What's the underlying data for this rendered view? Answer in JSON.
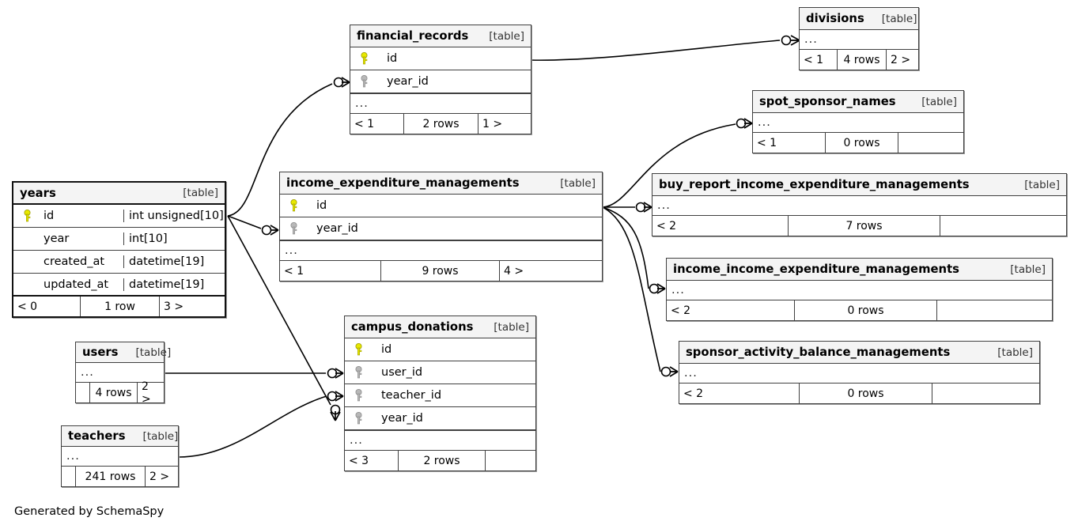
{
  "caption": "Generated by SchemaSpy",
  "table_tag": "[table]",
  "colors": {
    "primary_key": "#e8e800",
    "foreign_key": "#b0b0b0",
    "header_bg": "#f4f4f4",
    "border": "#404040",
    "line": "#000000"
  },
  "tables": [
    {
      "id": "years",
      "name": "years",
      "tag": "[table]",
      "columns": [
        {
          "key": "primary-key-icon",
          "name": "id",
          "type": "int unsigned[10]"
        },
        {
          "key": "none",
          "name": "year",
          "type": "int[10]"
        },
        {
          "key": "none",
          "name": "created_at",
          "type": "datetime[19]"
        },
        {
          "key": "none",
          "name": "updated_at",
          "type": "datetime[19]"
        }
      ],
      "has_dots_row": false,
      "footer": {
        "left": "< 0",
        "center": "1 row",
        "right": "3 >"
      }
    },
    {
      "id": "financial_records",
      "name": "financial_records",
      "tag": "[table]",
      "columns": [
        {
          "key": "primary-key-icon",
          "name": "id",
          "type": ""
        },
        {
          "key": "foreign-key-icon",
          "name": "year_id",
          "type": ""
        }
      ],
      "has_dots_row": true,
      "dots": "...",
      "footer": {
        "left": "< 1",
        "center": "2 rows",
        "right": "1 >"
      }
    },
    {
      "id": "income_expenditure_managements",
      "name": "income_expenditure_managements",
      "tag": "[table]",
      "columns": [
        {
          "key": "primary-key-icon",
          "name": "id",
          "type": ""
        },
        {
          "key": "foreign-key-icon",
          "name": "year_id",
          "type": ""
        }
      ],
      "has_dots_row": true,
      "dots": "...",
      "footer": {
        "left": "< 1",
        "center": "9 rows",
        "right": "4 >"
      }
    },
    {
      "id": "campus_donations",
      "name": "campus_donations",
      "tag": "[table]",
      "columns": [
        {
          "key": "primary-key-icon",
          "name": "id",
          "type": ""
        },
        {
          "key": "foreign-key-icon",
          "name": "user_id",
          "type": ""
        },
        {
          "key": "foreign-key-icon",
          "name": "teacher_id",
          "type": ""
        },
        {
          "key": "foreign-key-icon",
          "name": "year_id",
          "type": ""
        }
      ],
      "has_dots_row": true,
      "dots": "...",
      "footer": {
        "left": "< 3",
        "center": "2 rows",
        "right": ""
      }
    },
    {
      "id": "divisions",
      "name": "divisions",
      "tag": "[table]",
      "columns": [],
      "has_dots_row": true,
      "dots": "...",
      "footer": {
        "left": "< 1",
        "center": "4 rows",
        "right": "2 >"
      }
    },
    {
      "id": "spot_sponsor_names",
      "name": "spot_sponsor_names",
      "tag": "[table]",
      "columns": [],
      "has_dots_row": true,
      "dots": "...",
      "footer": {
        "left": "< 1",
        "center": "0 rows",
        "right": ""
      }
    },
    {
      "id": "buy_report_income_expenditure_managements",
      "name": "buy_report_income_expenditure_managements",
      "tag": "[table]",
      "columns": [],
      "has_dots_row": true,
      "dots": "...",
      "footer": {
        "left": "< 2",
        "center": "7 rows",
        "right": ""
      }
    },
    {
      "id": "income_income_expenditure_managements",
      "name": "income_income_expenditure_managements",
      "tag": "[table]",
      "columns": [],
      "has_dots_row": true,
      "dots": "...",
      "footer": {
        "left": "< 2",
        "center": "0 rows",
        "right": ""
      }
    },
    {
      "id": "sponsor_activity_balance_managements",
      "name": "sponsor_activity_balance_managements",
      "tag": "[table]",
      "columns": [],
      "has_dots_row": true,
      "dots": "...",
      "footer": {
        "left": "< 2",
        "center": "0 rows",
        "right": ""
      }
    },
    {
      "id": "users",
      "name": "users",
      "tag": "[table]",
      "columns": [],
      "has_dots_row": true,
      "dots": "...",
      "footer": {
        "left": "",
        "center": "4 rows",
        "right": "2 >"
      }
    },
    {
      "id": "teachers",
      "name": "teachers",
      "tag": "[table]",
      "columns": [],
      "has_dots_row": true,
      "dots": "...",
      "footer": {
        "left": "",
        "center": "241 rows",
        "right": "2 >"
      }
    }
  ],
  "relationships": [
    {
      "from": "years.id",
      "to": "financial_records.year_id"
    },
    {
      "from": "years.id",
      "to": "income_expenditure_managements.year_id"
    },
    {
      "from": "years.id",
      "to": "campus_donations.year_id"
    },
    {
      "from": "financial_records.id",
      "to": "divisions"
    },
    {
      "from": "income_expenditure_managements.id",
      "to": "spot_sponsor_names"
    },
    {
      "from": "income_expenditure_managements.id",
      "to": "buy_report_income_expenditure_managements"
    },
    {
      "from": "income_expenditure_managements.id",
      "to": "income_income_expenditure_managements"
    },
    {
      "from": "income_expenditure_managements.id",
      "to": "sponsor_activity_balance_managements"
    },
    {
      "from": "users",
      "to": "campus_donations.user_id"
    },
    {
      "from": "teachers",
      "to": "campus_donations.teacher_id"
    }
  ]
}
